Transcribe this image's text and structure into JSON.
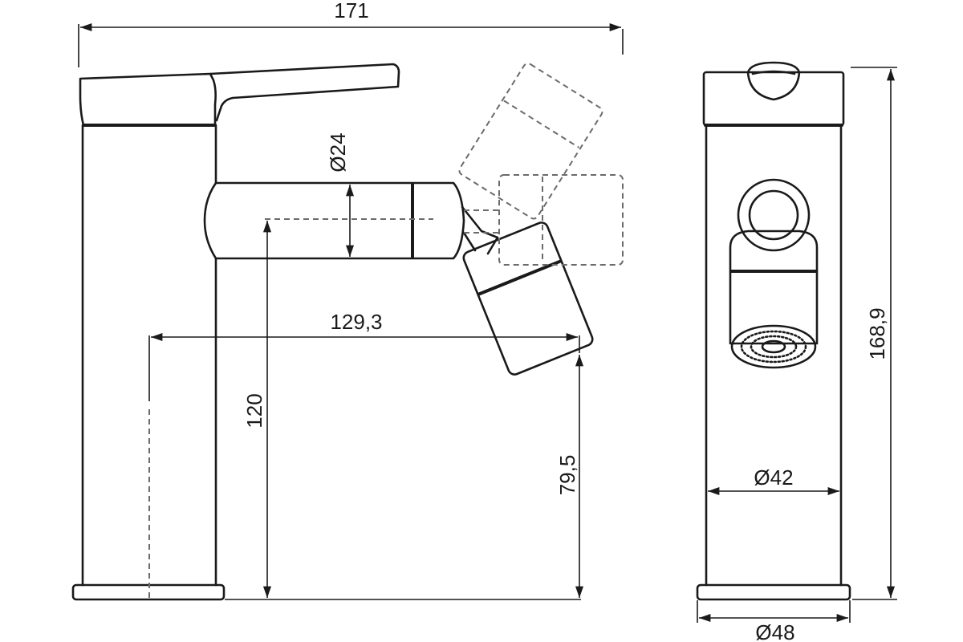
{
  "dimensions": {
    "overall_width": "171",
    "spout_diameter": "Ø24",
    "spout_reach": "129,3",
    "spout_axis_height": "120",
    "outlet_height": "79,5",
    "total_height": "168,9",
    "body_diameter": "Ø42",
    "base_diameter": "Ø48"
  },
  "colors": {
    "line": "#1a1a1a",
    "hidden_line": "#6b6b6b",
    "background": "#ffffff"
  }
}
